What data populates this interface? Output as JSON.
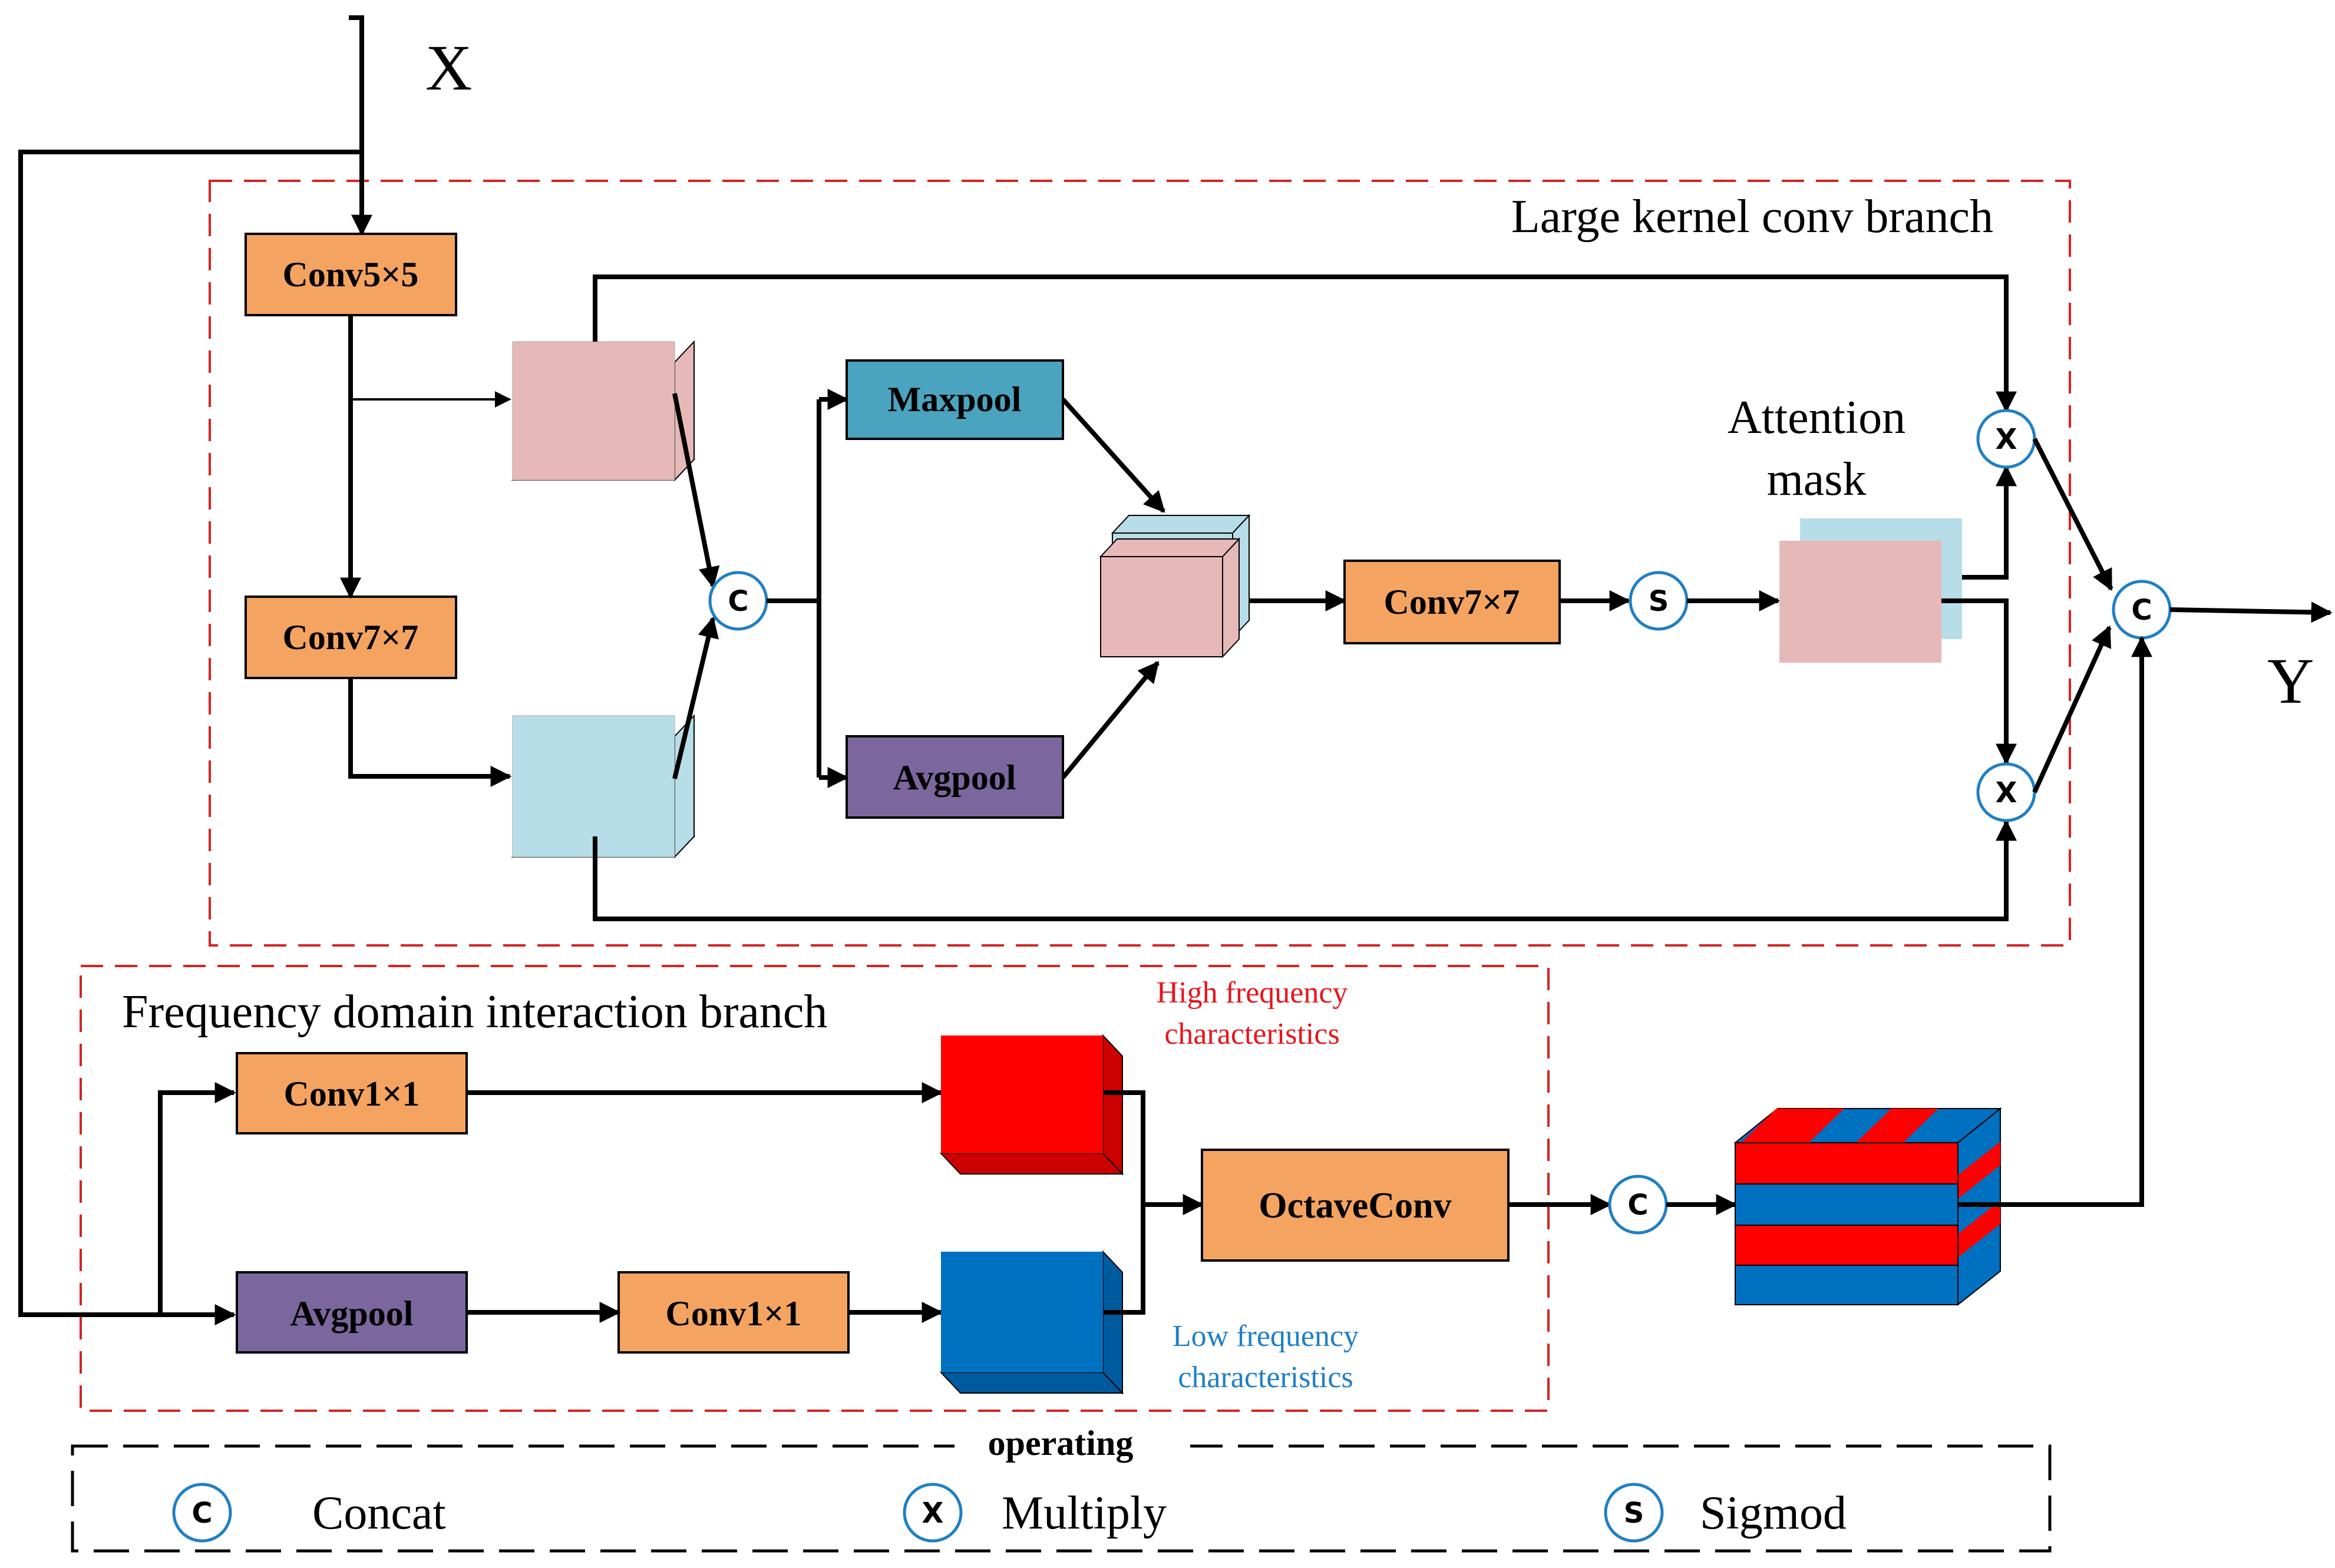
{
  "input_label": "X",
  "output_label": "Y",
  "large_branch_title": "Large kernel conv branch",
  "freq_branch_title": "Frequency domain interaction branch",
  "blocks": {
    "conv5": "Conv5×5",
    "conv7_left": "Conv7×7",
    "maxpool": "Maxpool",
    "avgpool_top": "Avgpool",
    "conv7_mid": "Conv7×7",
    "conv1_top": "Conv1×1",
    "avgpool_bottom": "Avgpool",
    "conv1_bottom": "Conv1×1",
    "octaveconv": "OctaveConv"
  },
  "attention_label_1": "Attention",
  "attention_label_2": "mask",
  "high_freq_1": "High frequency",
  "high_freq_2": "characteristics",
  "low_freq_1": "Low frequency",
  "low_freq_2": "characteristics",
  "ops": {
    "concat": "C",
    "multiply": "X",
    "sigmoid": "S"
  },
  "legend": {
    "title": "operating",
    "concat_label": "Concat",
    "multiply_label": "Multiply",
    "sigmoid_label": "Sigmod"
  },
  "colors": {
    "conv": "#f4a460",
    "maxpool": "#4aa3bf",
    "avgpool": "#7b679e",
    "pink": "#e6b8b7",
    "lightblue": "#b7dde8",
    "high": "#ff0000",
    "low": "#0070c0",
    "branch_border": "#d32424",
    "op_circle": "#1f7fc4",
    "high_text": "#e8141c",
    "low_text": "#1f7fc4"
  }
}
